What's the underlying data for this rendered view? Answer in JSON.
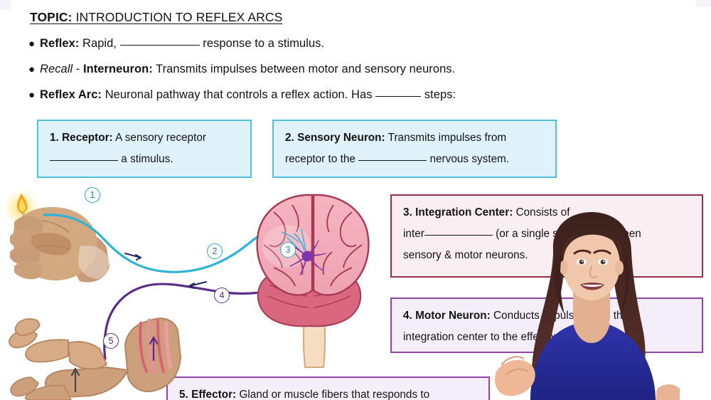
{
  "slide": {
    "topic_label": "TOPIC:",
    "topic_title": "INTRODUCTION TO REFLEX ARCS",
    "bullets": [
      {
        "term": "Reflex:",
        "term_style": "bold",
        "text_before": " Rapid,",
        "text_after": "response to a stimulus.",
        "blank": "blank-long"
      },
      {
        "prefix_italic": "Recall",
        "dash": " - ",
        "term": "Interneuron:",
        "term_style": "bold",
        "text_before": " Transmits impulses between motor and sensory neurons.",
        "text_after": "",
        "blank": ""
      },
      {
        "term": "Reflex Arc:",
        "term_style": "bold",
        "text_before": " Neuronal pathway that controls a reflex action. Has",
        "text_after": "steps:",
        "blank": "blank-mid"
      }
    ],
    "steps": [
      {
        "id": "box1",
        "number": "1.",
        "title": "Receptor:",
        "line1_rest": " A sensory receptor",
        "line2_before": "",
        "line2_after": " a stimulus.",
        "color": "blue",
        "border_color": "#4fc1dc",
        "fill_color": "#dff1f9"
      },
      {
        "id": "box2",
        "number": "2.",
        "title": "Sensory Neuron:",
        "line1_rest": " Transmits impulses from",
        "line2_before": "receptor to the ",
        "line2_after": " nervous system.",
        "color": "blue",
        "border_color": "#4fc1dc",
        "fill_color": "#dff1f9"
      },
      {
        "id": "box3",
        "number": "3.",
        "title": "Integration Center:",
        "line1_rest": " Consists of",
        "line2_before": "inter",
        "line2_after": " (or a single synapse) between",
        "line3": "sensory & motor neurons.",
        "color": "pink",
        "border_color": "#97304f",
        "fill_color": "#fbeef2"
      },
      {
        "id": "box4",
        "number": "4.",
        "title": "Motor Neuron:",
        "line1_rest": " Conducts impulses from the",
        "line2_before": "integration center to the effector.",
        "line2_after": "",
        "color": "purple",
        "border_color": "#8e44ad",
        "fill_color": "#f4eefa"
      },
      {
        "id": "box5",
        "number": "5.",
        "title": "Effector:",
        "line1_rest": " Gland or muscle fibers that responds to",
        "color": "purple",
        "border_color": "#8e44ad",
        "fill_color": "#f4eefa"
      }
    ],
    "diagram": {
      "name": "reflex-arc-diagram",
      "markers": [
        {
          "id": "m1",
          "label": "1",
          "color": "cyan"
        },
        {
          "id": "m2",
          "label": "2",
          "color": "cyan"
        },
        {
          "id": "m3",
          "label": "3",
          "color": "cyan"
        },
        {
          "id": "m4",
          "label": "4",
          "color": "purple"
        },
        {
          "id": "m5",
          "label": "5",
          "color": "purple"
        }
      ],
      "parts": {
        "hand_with_flame": "hand holding lit match",
        "brain": "human brain frontal view",
        "interneuron": "purple interneuron at integration center",
        "arm_muscle": "forearm with muscle fibers withdrawing",
        "sensory_pathway_color": "#2eb3d4",
        "motor_pathway_color": "#5b2d86"
      }
    },
    "presenter": {
      "name": "instructor-video-overlay",
      "shirt_color": "#2b2f9e",
      "hair_color": "#3a1f1c",
      "skin_color": "#f0c6ac"
    }
  }
}
